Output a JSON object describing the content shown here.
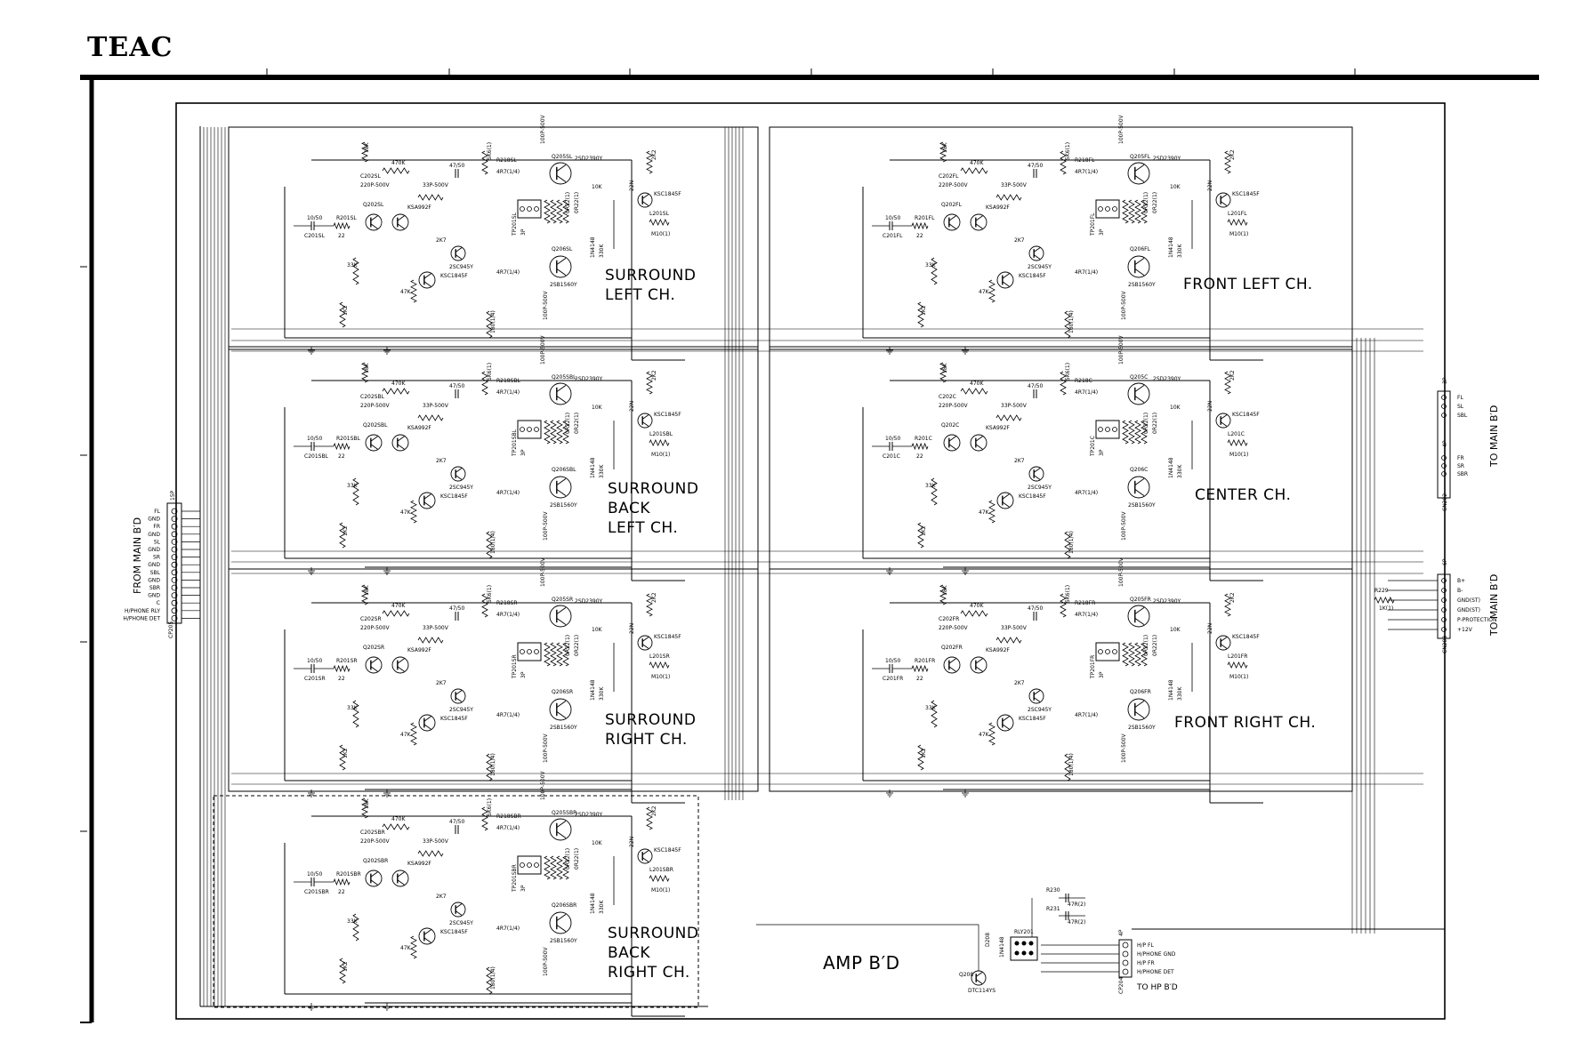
{
  "brand": "TEAC",
  "board": {
    "label": "AMP B′D"
  },
  "channels": [
    {
      "id": "sl",
      "lines": [
        "SURROUND",
        "LEFT CH."
      ],
      "parts": {
        "input_cap": "C201SL",
        "rin": "R201SL",
        "q_pre": "Q202SL",
        "q_out_p": "Q205SL",
        "q_out_n": "Q206SL",
        "out_ind": "L201SL",
        "tp": "TP201SL"
      }
    },
    {
      "id": "sbl",
      "lines": [
        "SURROUND",
        "BACK",
        "LEFT CH."
      ],
      "parts": {
        "input_cap": "C201SBL",
        "rin": "R201SBL",
        "q_pre": "Q202SBL",
        "q_out_p": "Q205SBL",
        "q_out_n": "Q206SBL",
        "out_ind": "L201SBL",
        "tp": "TP201SBL"
      }
    },
    {
      "id": "sr",
      "lines": [
        "SURROUND",
        "RIGHT CH."
      ],
      "parts": {
        "input_cap": "C201SR",
        "rin": "R201SR",
        "q_pre": "Q202SR",
        "q_out_p": "Q205SR",
        "q_out_n": "Q206SR",
        "out_ind": "L201SR",
        "tp": "TP201SR"
      }
    },
    {
      "id": "sbr",
      "lines": [
        "SURROUND",
        "BACK",
        "RIGHT CH."
      ],
      "parts": {
        "input_cap": "C201SBR",
        "rin": "R201SBR",
        "q_pre": "Q202SBR",
        "q_out_p": "Q205SBR",
        "q_out_n": "Q206SBR",
        "out_ind": "L201SBR",
        "tp": "TP201SBR"
      }
    },
    {
      "id": "fl",
      "lines": [
        "FRONT LEFT CH."
      ],
      "parts": {
        "input_cap": "C201FL",
        "rin": "R201FL",
        "q_pre": "Q202FL",
        "q_out_p": "Q205FL",
        "q_out_n": "Q206FL",
        "out_ind": "L201FL",
        "tp": "TP201FL"
      }
    },
    {
      "id": "c",
      "lines": [
        "CENTER CH."
      ],
      "parts": {
        "input_cap": "C201C",
        "rin": "R201C",
        "q_pre": "Q202C",
        "q_out_p": "Q205C",
        "q_out_n": "Q206C",
        "out_ind": "L201C",
        "tp": "TP201C"
      }
    },
    {
      "id": "fr",
      "lines": [
        "FRONT RIGHT CH."
      ],
      "parts": {
        "input_cap": "C201FR",
        "rin": "R201FR",
        "q_pre": "Q202FR",
        "q_out_p": "Q205FR",
        "q_out_n": "Q206FR",
        "out_ind": "L201FR",
        "tp": "TP201FR"
      }
    }
  ],
  "common_values": {
    "cin": "10/50",
    "rin": "22K",
    "c_mid": "220P-500V",
    "r_feedback": "470K",
    "c_comp": "33P-500V",
    "q_pre_type": "KSA992F",
    "q_vas_type": "KSC1845F",
    "q_drv_type": "2SC945Y",
    "q_out_p_type": "2SD2390Y",
    "q_out_n_type": "2SB1560Y",
    "r_emit": "0R22(1)",
    "r_out": "4R7(1/4)",
    "r_bias": "2K7",
    "c_boot": "47/50",
    "r_18k": "18K",
    "r_33k": "33K",
    "r_2k2": "2K2",
    "c_22n": "22N",
    "l_out": "M10(1)",
    "diode": "1N4148",
    "r_10k": "10K",
    "r_47k": "47K",
    "r_1k2": "1K2",
    "r_180k": "180(1/4)",
    "r_330k": "330K",
    "r_5k6": "5K6(1)",
    "c_100n": "100P-500V",
    "sample_pcb": "3P"
  },
  "connectors": {
    "from_main": {
      "id": "CP205",
      "title": "FROM MAIN B′D",
      "pins": [
        "FL",
        "GND",
        "FR",
        "GND",
        "SL",
        "GND",
        "SR",
        "GND",
        "SBL",
        "GND",
        "SBR",
        "GND",
        "C",
        "H/PHONE RLY",
        "H/PHONE DET"
      ]
    },
    "to_main_a": {
      "id": "CN202",
      "pins_top": [
        "FL",
        "SL",
        "SBL"
      ],
      "pins_bottom": [
        "FR",
        "SR",
        "SBR"
      ],
      "title": "TO MAIN B′D",
      "count_top": "3P",
      "count_bottom": "4P"
    },
    "to_main_b": {
      "id": "CN203",
      "pins": [
        "B+",
        "B-",
        "GND(ST)",
        "GND(ST)",
        "P-PROTECTION",
        "+12V"
      ],
      "title": "TO MAIN B′D",
      "count": "6P",
      "r_label": "R229",
      "r_value": "1K(1)"
    },
    "to_hp": {
      "id": "CP204",
      "pins": [
        "H/P FL",
        "H/PHONE GND",
        "H/P FR",
        "H/PHONE DET"
      ],
      "title": "TO HP B′D",
      "count": "4P"
    }
  },
  "relay_block": {
    "relay": "RLY201",
    "q": "Q208",
    "q_type": "DTC114YS",
    "d": "D208",
    "r230": "R230",
    "r231": "R231",
    "r_vals": [
      "47R(2)",
      "47R(2)"
    ],
    "note": "1N4148"
  }
}
